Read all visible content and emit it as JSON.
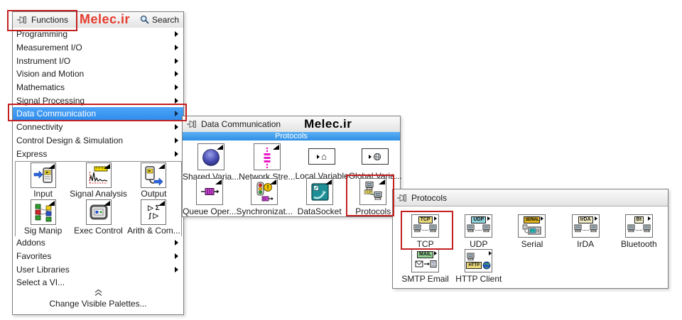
{
  "watermark": {
    "red": "Melec.ir",
    "black": "Melec.ir"
  },
  "colors": {
    "highlight_blue": "#3a97f0",
    "annotation_red": "#c32020",
    "watermark_red": "#e63a2c"
  },
  "palette_functions": {
    "title": "Functions",
    "search_label": "Search",
    "menu": [
      {
        "label": "Programming"
      },
      {
        "label": "Measurement I/O"
      },
      {
        "label": "Instrument I/O"
      },
      {
        "label": "Vision and Motion"
      },
      {
        "label": "Mathematics"
      },
      {
        "label": "Signal Processing"
      },
      {
        "label": "Data Communication",
        "highlighted": true
      },
      {
        "label": "Connectivity"
      },
      {
        "label": "Control Design & Simulation"
      },
      {
        "label": "Express"
      }
    ],
    "express_items": [
      {
        "label": "Input"
      },
      {
        "label": "Signal Analysis"
      },
      {
        "label": "Output"
      },
      {
        "label": "Sig Manip"
      },
      {
        "label": "Exec Control"
      },
      {
        "label": "Arith & Com..."
      }
    ],
    "bottom_menu": [
      {
        "label": "Addons"
      },
      {
        "label": "Favorites"
      },
      {
        "label": "User Libraries"
      },
      {
        "label": "Select a VI..."
      }
    ],
    "footer_label": "Change Visible Palettes..."
  },
  "palette_datacomm": {
    "title": "Data Communication",
    "category_bar": "Protocols",
    "items": [
      {
        "label": "Shared Varia..."
      },
      {
        "label": "Network Stre..."
      },
      {
        "label": "Local Variable"
      },
      {
        "label": "Global Varia..."
      },
      {
        "label": "Queue Oper..."
      },
      {
        "label": "Synchronizat..."
      },
      {
        "label": "DataSocket"
      },
      {
        "label": "Protocols"
      }
    ]
  },
  "palette_protocols": {
    "title": "Protocols",
    "items": [
      {
        "label": "TCP",
        "chip": "TCP"
      },
      {
        "label": "UDP",
        "chip": "UDP"
      },
      {
        "label": "Serial",
        "chip": "SERIAL"
      },
      {
        "label": "IrDA",
        "chip": "IrDA"
      },
      {
        "label": "Bluetooth",
        "chip": "Bt"
      },
      {
        "label": "SMTP Email",
        "chip": "MAIL"
      },
      {
        "label": "HTTP Client",
        "chip": "HTTP"
      }
    ]
  },
  "icon_text": {
    "tcp_mini": "TCP",
    "arith_line1": "▷ Σ",
    "arith_line2": "∫ ▷"
  }
}
